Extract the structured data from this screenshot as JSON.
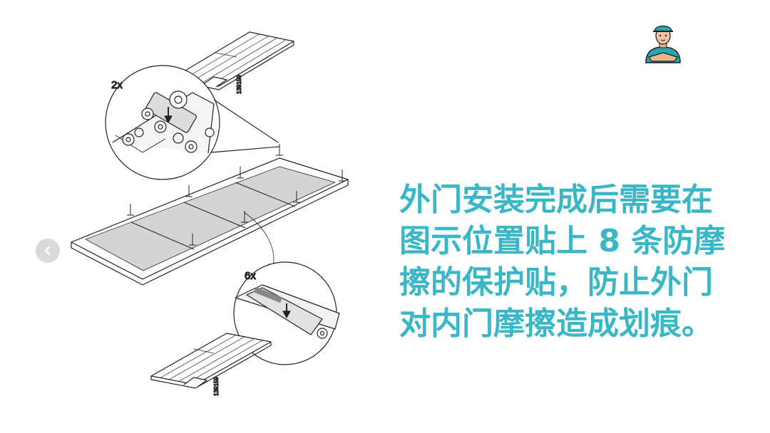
{
  "diagram": {
    "top_callout": {
      "quantity": "2x",
      "part_code": "139159"
    },
    "bottom_callout": {
      "quantity": "6x",
      "part_code": "139159"
    }
  },
  "navigation": {
    "prev_icon": "chevron-left-icon"
  },
  "avatar": {
    "icon": "technician-avatar-icon"
  },
  "caption": {
    "color": "#3ab7c6",
    "lines": [
      "外门安装完成后需要在",
      "图示位置贴上 8 条防摩",
      "擦的保护贴，防止外门",
      "对内门摩擦造成划痕。"
    ]
  }
}
